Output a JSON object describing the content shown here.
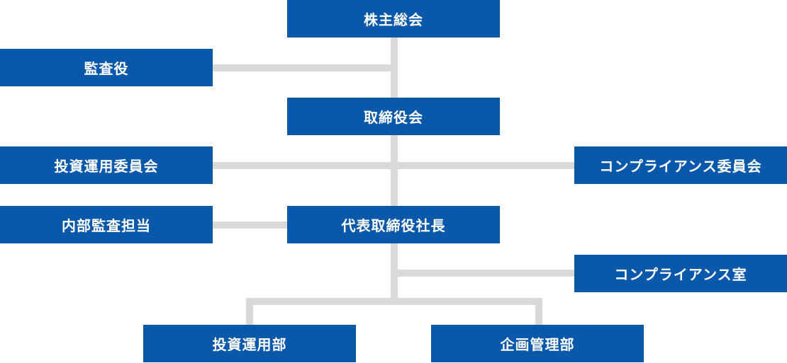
{
  "org_chart": {
    "shareholders_meeting": "株主総会",
    "auditor": "監査役",
    "board_of_directors": "取締役会",
    "investment_committee": "投資運用委員会",
    "compliance_committee": "コンプライアンス委員会",
    "internal_audit": "内部監査担当",
    "president": "代表取締役社長",
    "compliance_office": "コンプライアンス室",
    "investment_department": "投資運用部",
    "planning_department": "企画管理部"
  },
  "colors": {
    "box": "#0a58a9",
    "connector": "#d9d9d9",
    "text": "#ffffff"
  }
}
